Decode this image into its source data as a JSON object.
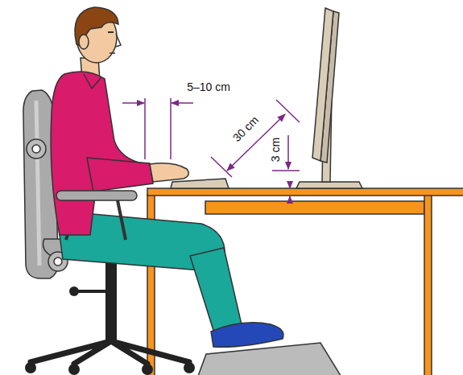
{
  "diagram": {
    "labels": [
      "5–10 cm",
      "30 cm",
      "3 cm"
    ]
  }
}
